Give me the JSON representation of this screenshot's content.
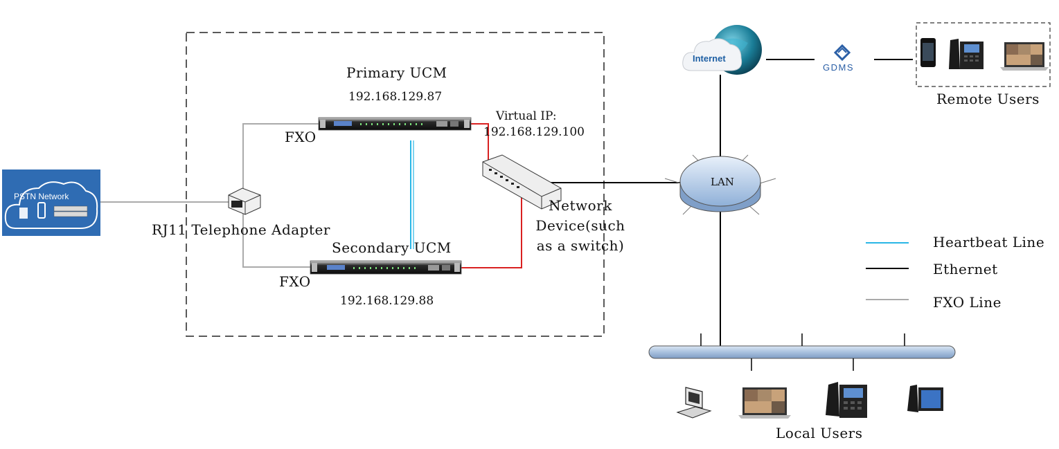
{
  "labels": {
    "primary_ucm": "Primary UCM",
    "primary_ip": "192.168.129.87",
    "secondary_ucm": "Secondary UCM",
    "secondary_ip": "192.168.129.88",
    "virtual_ip_title": "Virtual IP:",
    "virtual_ip_value": "192.168.129.100",
    "fxo_top": "FXO",
    "fxo_bottom": "FXO",
    "rj11_adapter": "RJ11 Telephone Adapter",
    "network_device_line1": "Network",
    "network_device_line2": "Device(such",
    "network_device_line3": "as a switch)",
    "pstn_network": "PSTN Network",
    "internet": "Internet",
    "gdms": "GDMS",
    "lan": "LAN",
    "remote_users": "Remote Users",
    "local_users": "Local Users"
  },
  "legend": [
    {
      "label": "Heartbeat Line",
      "color": "#29b6e6"
    },
    {
      "label": "Ethernet",
      "color": "#000000"
    },
    {
      "label": "FXO Line",
      "color": "#aaaaaa"
    }
  ],
  "colors": {
    "fxo_line": "#aaaaaa",
    "ethernet": "#000000",
    "heartbeat": "#29b6e6",
    "red_link": "#d92020",
    "pstn_bg": "#2f6cb3",
    "bus_fill": "#b8cde4"
  },
  "icons": {
    "pstn": "pstn-cloud-icon",
    "adapter": "telephone-adapter-icon",
    "ucm": "ucm-server-icon",
    "switch": "network-switch-icon",
    "internet": "internet-globe-icon",
    "gdms": "gdms-logo-icon",
    "lan": "lan-hub-icon",
    "remote_devices": [
      "smartphone-icon",
      "ip-phone-icon",
      "laptop-video-icon"
    ],
    "local_devices": [
      "desktop-computer-icon",
      "laptop-video-icon",
      "ip-phone-icon",
      "touchscreen-phone-icon"
    ]
  }
}
